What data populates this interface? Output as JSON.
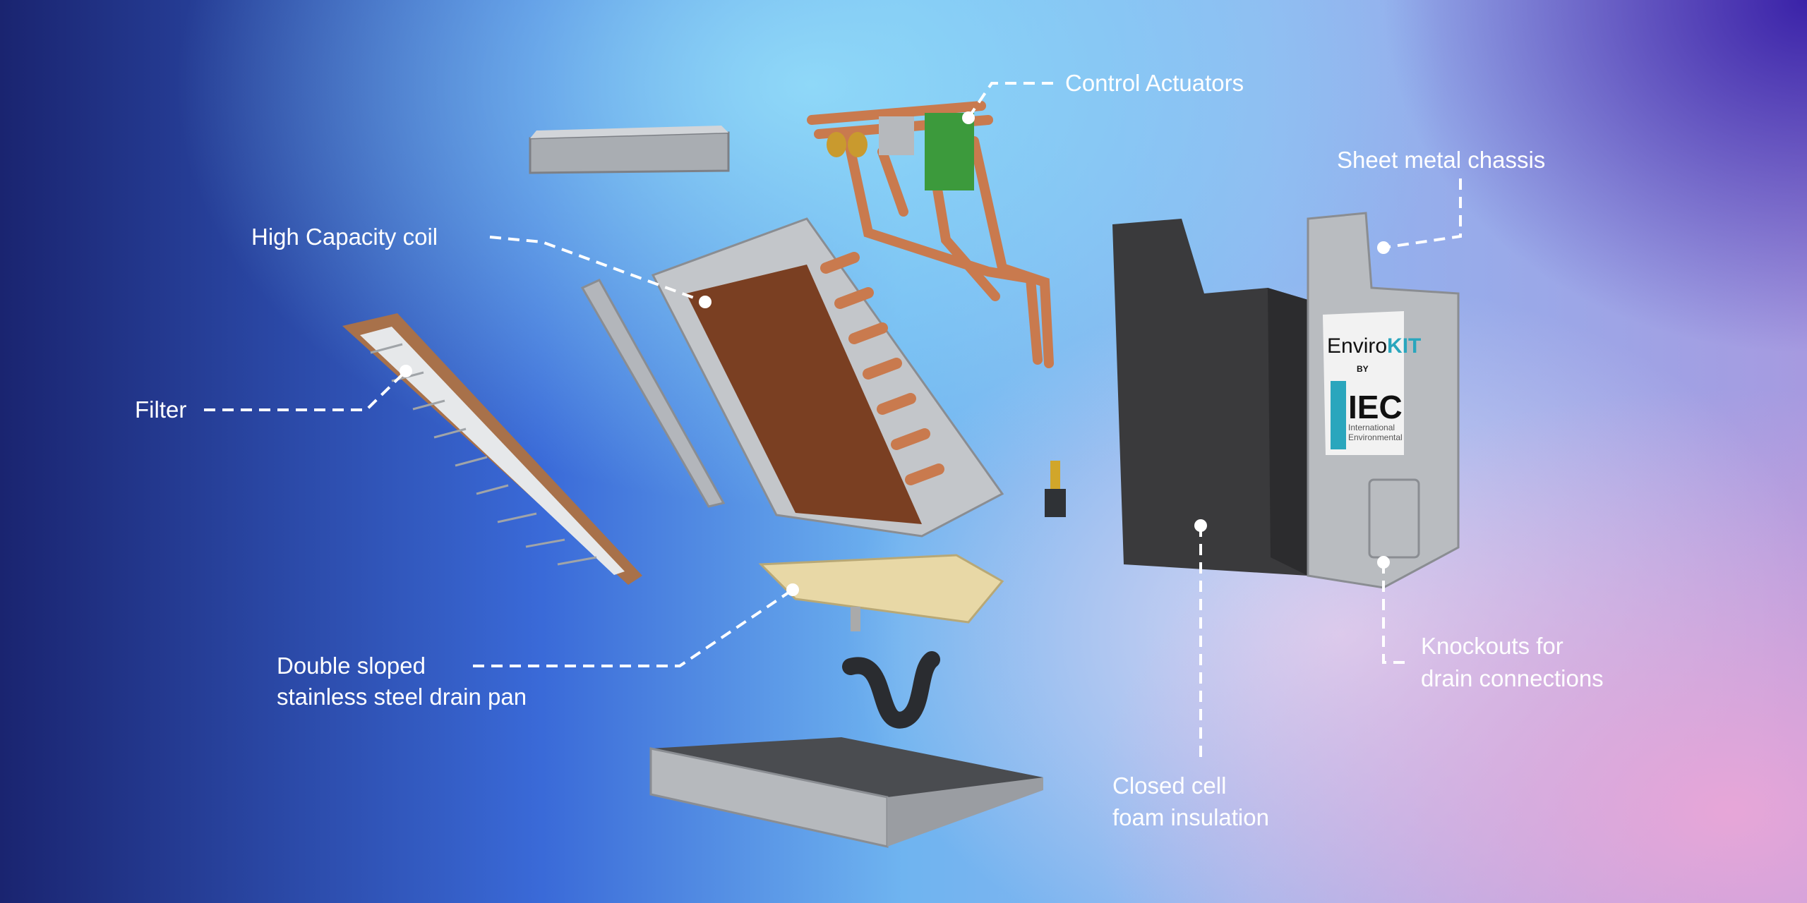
{
  "labels": {
    "control_actuators": "Control Actuators",
    "sheet_metal_chassis": "Sheet metal chassis",
    "high_capacity_coil": "High Capacity coil",
    "filter": "Filter",
    "drain_pan_line1": "Double sloped",
    "drain_pan_line2": "stainless steel drain pan",
    "foam_line1": "Closed cell",
    "foam_line2": "foam insulation",
    "knockouts_line1": "Knockouts for",
    "knockouts_line2": "drain connections"
  },
  "logo": {
    "brand_a": "Enviro",
    "brand_b": "KIT",
    "by": "BY",
    "company": "IEC",
    "company_sub1": "International",
    "company_sub2": "Environmental"
  },
  "colors": {
    "copper": "#c97a4e",
    "coil_face": "#7a3f22",
    "filter_frame": "#a8714a",
    "foam": "#3a3a3c",
    "metal": "#b9bcc0",
    "drain_pan": "#e8d8a6",
    "logo_teal": "#2aa6bd"
  }
}
